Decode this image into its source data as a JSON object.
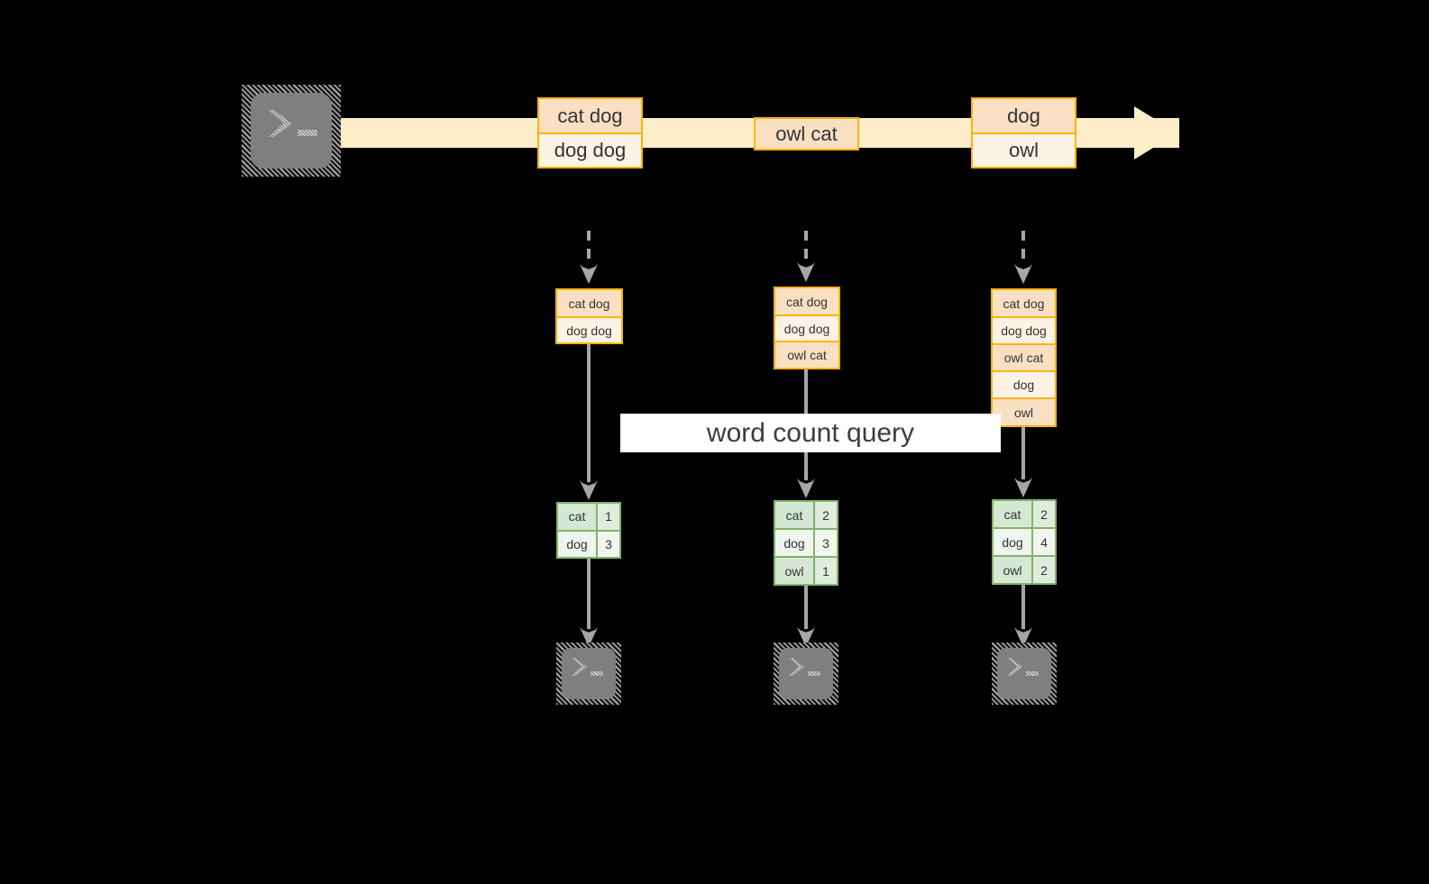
{
  "diagram": {
    "title_label": "word count query",
    "colors": {
      "background": "#000000",
      "stream_fill": "#fdeec8",
      "message_border": "#ffb300",
      "message_fill_dark": "#fae0c3",
      "message_fill_light": "#fdf2e6",
      "count_border": "#82b366",
      "count_fill_dark": "#d5e8d4",
      "count_fill_light": "#eef5ed",
      "connector": "#a6a6a6",
      "terminal_body": "#7f7f7f",
      "label_fill": "#ffffff",
      "text": "#333333"
    },
    "producer_terminal": {
      "icon": "terminal-prompt-icon",
      "glyph": ">_"
    },
    "stream": {
      "icon": "stream-arrow-icon",
      "batches": [
        {
          "name": "batch-1",
          "messages": [
            "cat dog",
            "dog dog"
          ]
        },
        {
          "name": "batch-2",
          "messages": [
            "owl cat"
          ]
        },
        {
          "name": "batch-3",
          "messages": [
            "dog",
            "owl"
          ]
        }
      ]
    },
    "snapshots": [
      {
        "name": "snapshot-1",
        "accumulated": [
          "cat dog",
          "dog dog"
        ],
        "counts": [
          {
            "word": "cat",
            "count": "1"
          },
          {
            "word": "dog",
            "count": "3"
          }
        ],
        "consumer": {
          "icon": "terminal-prompt-icon",
          "glyph": ">_"
        }
      },
      {
        "name": "snapshot-2",
        "accumulated": [
          "cat dog",
          "dog dog",
          "owl cat"
        ],
        "counts": [
          {
            "word": "cat",
            "count": "2"
          },
          {
            "word": "dog",
            "count": "3"
          },
          {
            "word": "owl",
            "count": "1"
          }
        ],
        "consumer": {
          "icon": "terminal-prompt-icon",
          "glyph": ">_"
        }
      },
      {
        "name": "snapshot-3",
        "accumulated": [
          "cat dog",
          "dog dog",
          "owl cat",
          "dog",
          "owl"
        ],
        "counts": [
          {
            "word": "cat",
            "count": "2"
          },
          {
            "word": "dog",
            "count": "4"
          },
          {
            "word": "owl",
            "count": "2"
          }
        ],
        "consumer": {
          "icon": "terminal-prompt-icon",
          "glyph": ">_"
        }
      }
    ]
  }
}
